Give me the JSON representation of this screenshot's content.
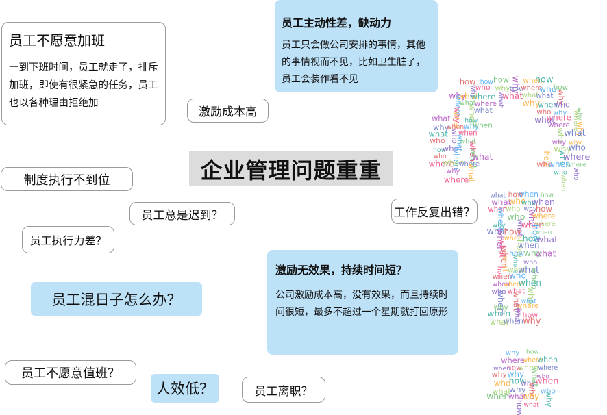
{
  "title": "企业管理问题重重",
  "cards": {
    "not_willing_overtime": {
      "title": "员工不愿意加班",
      "body": "一到下班时间，员工就走了，排斥加班，即使有很紧急的任务，员工也以各种理由拒绝加"
    },
    "poor_initiative": {
      "title": "员工主动性差，缺动力",
      "body": "员工只会做公司安排的事情，其他的事情视而不见，比如卫生脏了，员工会装作看不见"
    },
    "incentive_ineffective": {
      "title": "激励无效果，持续时间短？",
      "body": "公司激励成本高，没有效果，而且持续时间很短，最多不超过一个星期就打回原形"
    }
  },
  "pills": {
    "incentive_cost": "激励成本高",
    "system_execution": "制度执行不到位",
    "always_late": "员工总是迟到？",
    "repeated_errors": "工作反复出错？",
    "poor_execution": "员工执行力差？",
    "slacking": "员工混日子怎么办？",
    "not_willing_duty": "员工不愿意值班？",
    "low_efficiency": "人效低？",
    "resignation": "员工离职？"
  },
  "word_cloud": {
    "words": [
      "what",
      "how",
      "why",
      "who",
      "when",
      "where"
    ],
    "colors": [
      "#e57373",
      "#64b5f6",
      "#81c784",
      "#ba68c8",
      "#ffb74d",
      "#4db6ac",
      "#9575cd",
      "#f06292",
      "#aed581",
      "#7986cb"
    ]
  }
}
